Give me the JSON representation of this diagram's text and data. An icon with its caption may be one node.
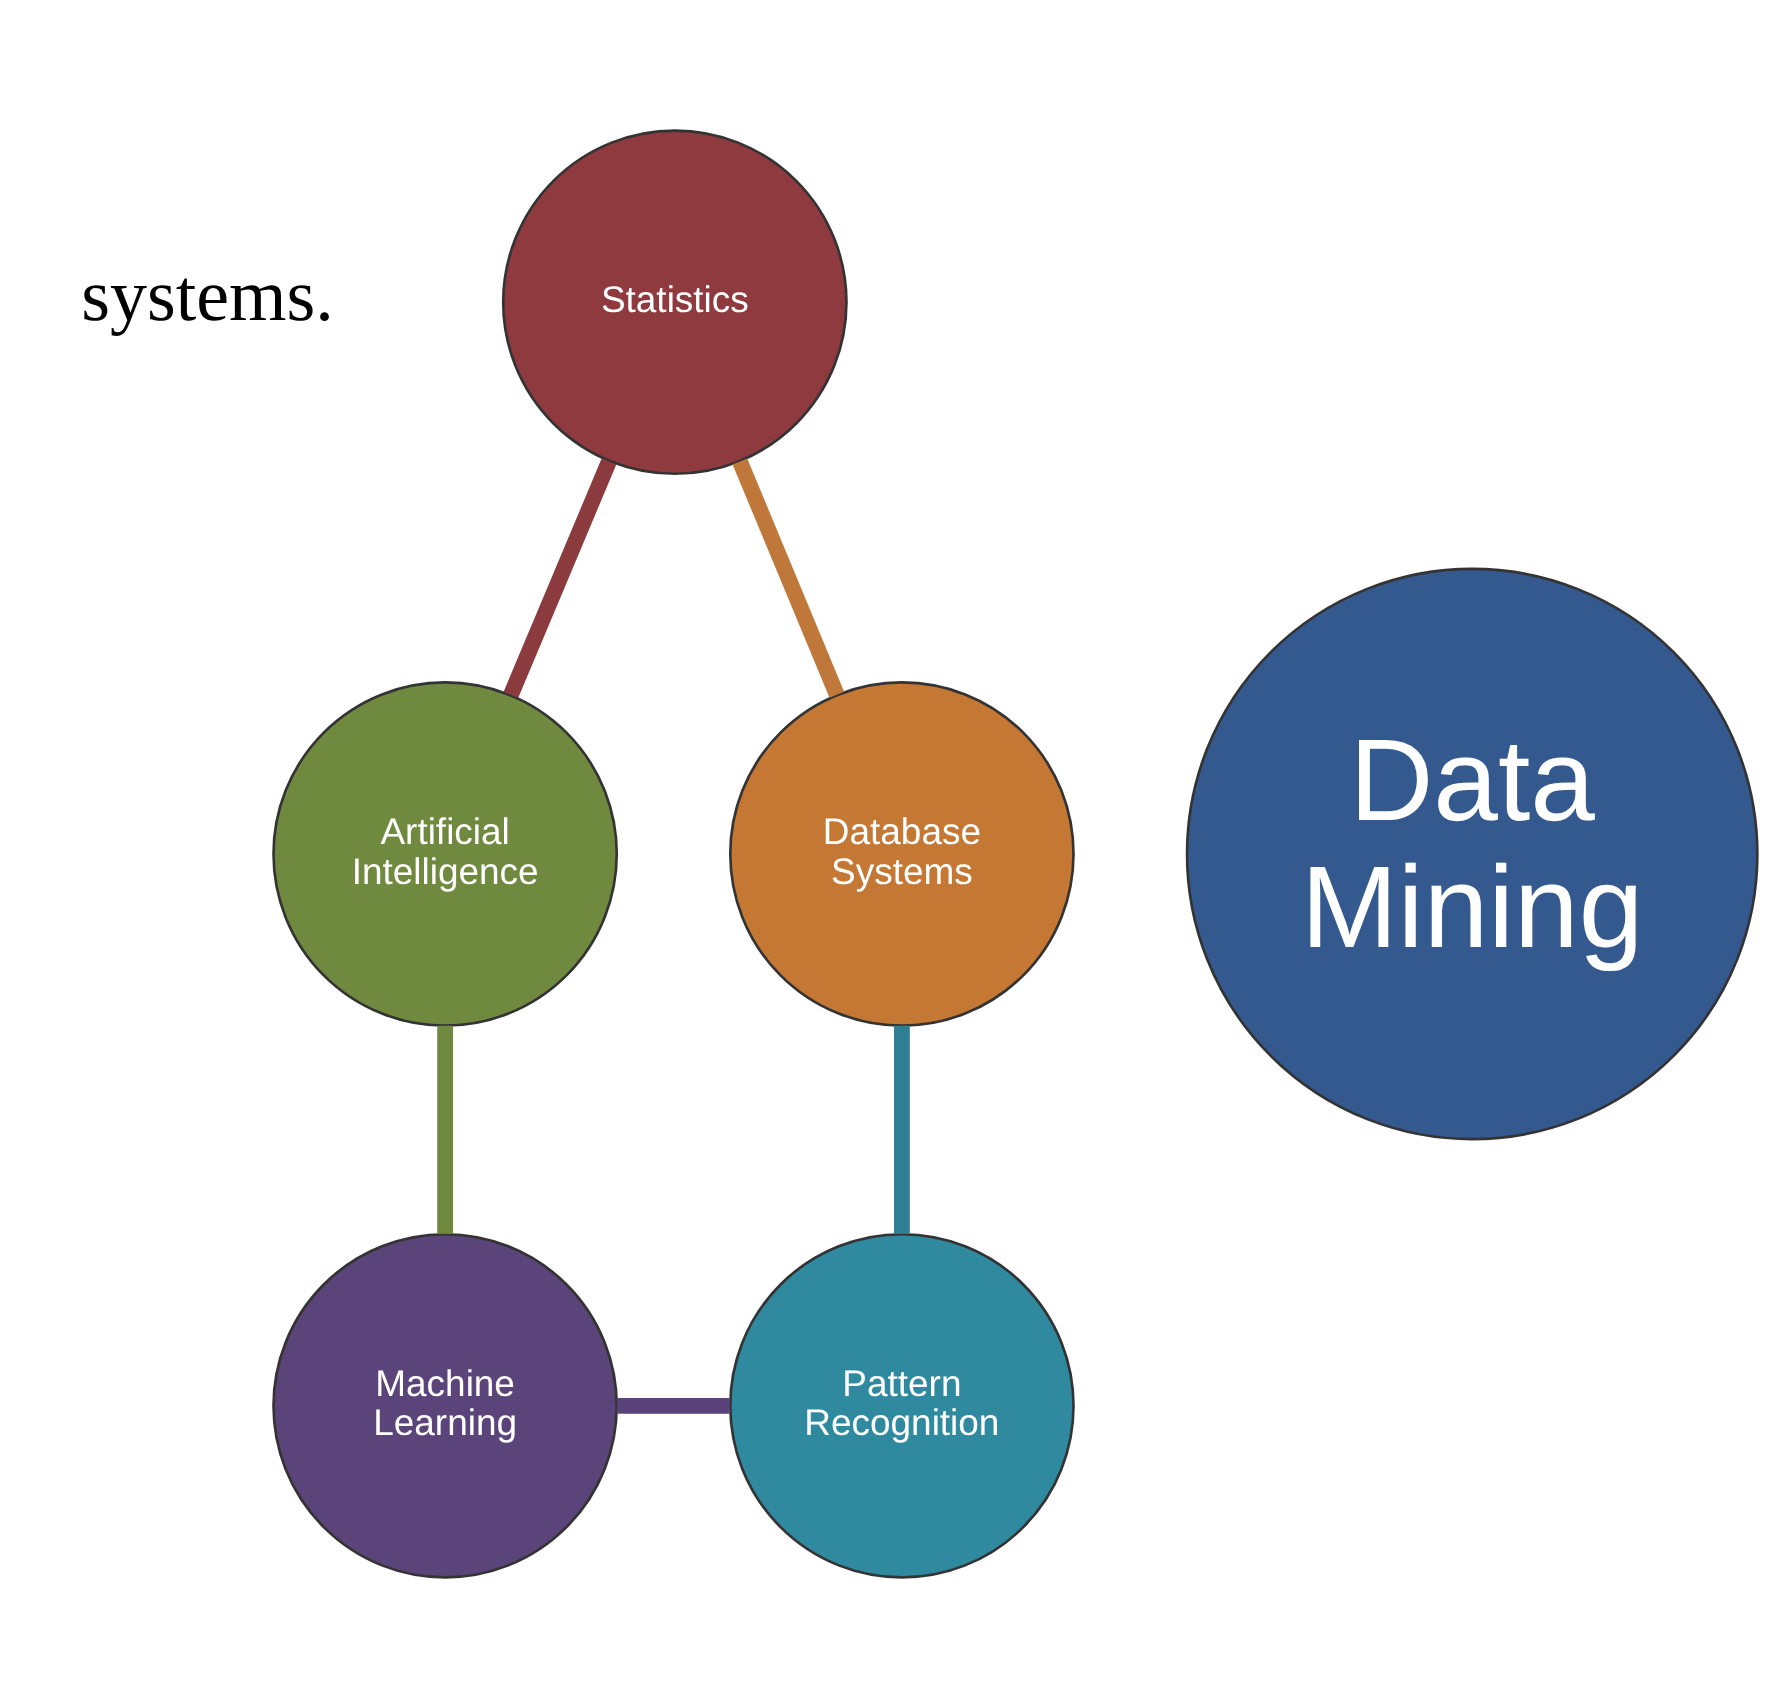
{
  "diagram": {
    "nodes": [
      {
        "text": [
          "Statistics"
        ]
      },
      {
        "text": [
          "Artificial Intelligence"
        ]
      },
      {
        "text": [
          "Machine Learning"
        ]
      },
      {
        "text": [
          "Pattern Recognition"
        ]
      },
      {
        "text": [
          "Database Systems"
        ]
      },
      {
        "text": [
          "Data Mining"
        ]
      }
    ],
    "edges": [
      {
        "from": 0,
        "to": 1,
        "arrow": "none",
        "color": "#8b3a3e"
      },
      {
        "from": 1,
        "to": 2,
        "arrow": "none",
        "color": "#6f8a3e"
      },
      {
        "from": 2,
        "to": 3,
        "arrow": "none",
        "color": "#5a437a"
      },
      {
        "from": 3,
        "to": 4,
        "arrow": "none",
        "color": "#2f7f94"
      },
      {
        "from": 4,
        "to": 0,
        "arrow": "none",
        "color": "#c0773a"
      }
    ],
    "labels": [
      "systems."
    ]
  }
}
